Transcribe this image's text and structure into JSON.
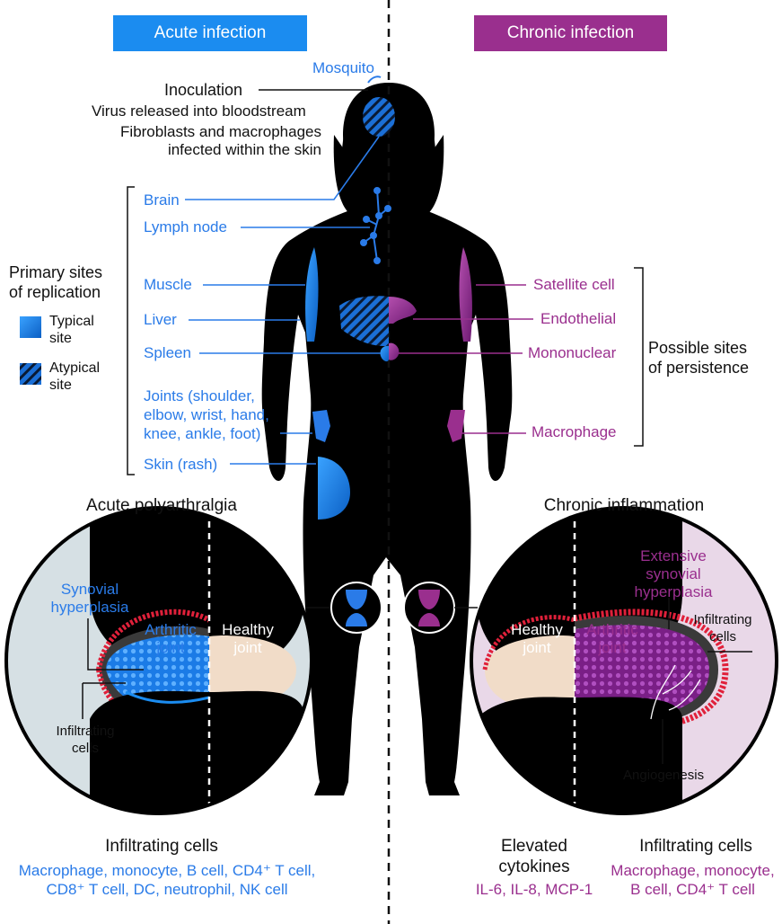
{
  "header": {
    "acute_badge": "Acute infection",
    "chronic_badge": "Chronic infection"
  },
  "colors": {
    "acute": "#1b8cf0",
    "chronic": "#9a2f8e",
    "silhouette": "#000000",
    "acute_circle_bg": "#d6e0e4",
    "chronic_circle_bg": "#e9d8e8",
    "inflammation": "#e0203a"
  },
  "inoculation": {
    "mosquito": "Mosquito",
    "title": "Inoculation",
    "line1": "Virus released into bloodstream",
    "line2": "Fibroblasts and macrophages",
    "line3": "infected within the skin"
  },
  "acute_sites": [
    {
      "label": "Brain"
    },
    {
      "label": "Lymph node"
    },
    {
      "label": "Muscle"
    },
    {
      "label": "Liver"
    },
    {
      "label": "Spleen"
    },
    {
      "label": "Joints (shoulder,"
    },
    {
      "label": "elbow, wrist, hand,"
    },
    {
      "label": "knee, ankle, foot)"
    },
    {
      "label": "Skin (rash)"
    }
  ],
  "legend": {
    "title_line1": "Primary sites",
    "title_line2": "of replication",
    "typical_line1": "Typical",
    "typical_line2": "site",
    "atypical_line1": "Atypical",
    "atypical_line2": "site"
  },
  "chronic_sites": [
    {
      "label": "Satellite cell"
    },
    {
      "label": "Endothelial"
    },
    {
      "label": "Mononuclear"
    },
    {
      "label": "Macrophage"
    }
  ],
  "persistence": {
    "line1": "Possible sites",
    "line2": "of persistence"
  },
  "acute_panel": {
    "title": "Acute polyarthralgia",
    "synovial_line1": "Synovial",
    "synovial_line2": "hyperplasia",
    "arthritic_line1": "Arthritic",
    "arthritic_line2": "joint",
    "healthy_line1": "Healthy",
    "healthy_line2": "joint",
    "infiltrating_line1": "Infiltrating",
    "infiltrating_line2": "cells"
  },
  "chronic_panel": {
    "title": "Chronic inflammation",
    "extensive_line1": "Extensive",
    "extensive_line2": "synovial",
    "extensive_line3": "hyperplasia",
    "healthy_line1": "Healthy",
    "healthy_line2": "joint",
    "arthritic_line1": "Arthritic",
    "arthritic_line2": "joint",
    "infiltrating_line1": "Infiltrating",
    "infiltrating_line2": "cells",
    "angiogenesis": "Angiogenesis"
  },
  "bottom_left": {
    "title": "Infiltrating cells",
    "line1": "Macrophage, monocyte, B cell, CD4⁺ T cell,",
    "line2": "CD8⁺ T cell, DC, neutrophil, NK cell"
  },
  "bottom_mid": {
    "title_line1": "Elevated",
    "title_line2": "cytokines",
    "values": "IL-6, IL-8, MCP-1"
  },
  "bottom_right": {
    "title": "Infiltrating cells",
    "line1": "Macrophage, monocyte,",
    "line2": "B cell, CD4⁺ T cell"
  }
}
